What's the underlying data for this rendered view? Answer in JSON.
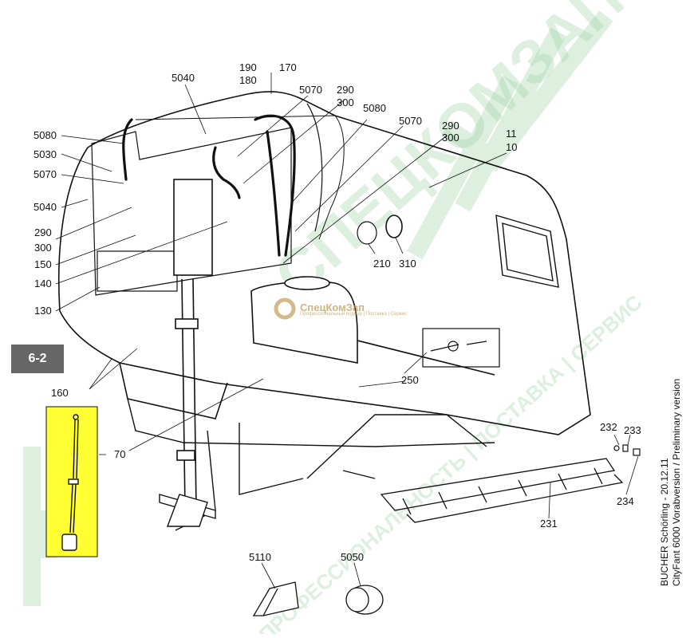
{
  "page_badge": "6-2",
  "side_note": {
    "line1": "BUCHER Schörling - 20.12.11",
    "line2": "CityFant 6000 Vorabversion / Preliminary version"
  },
  "watermark": {
    "logo_text": "СпецКомЗап",
    "tagline": "Профессиональный подбор | Поставка | Сервис",
    "stamp_text_a": "СПЕЦКОМЗАП",
    "stamp_text_b": "ПРОФЕССИОНАЛЬНОСТЬ | ПОСТАВКА | СЕРВИС",
    "color": "#9fd3a6"
  },
  "highlight_color": "#ffff33",
  "callouts": {
    "c190": "190",
    "c170": "170",
    "c180": "180",
    "c5040a": "5040",
    "c5070a": "5070",
    "c290a": "290",
    "c300a": "300",
    "c5080a": "5080",
    "c5070b": "5070",
    "c290b": "290",
    "c300b": "300",
    "c11": "11",
    "c10": "10",
    "c5080b": "5080",
    "c5030": "5030",
    "c5070c": "5070",
    "c5040b": "5040",
    "c290c": "290",
    "c300c": "300",
    "c150": "150",
    "c140": "140",
    "c130": "130",
    "c210": "210",
    "c310": "310",
    "c250": "250",
    "c160": "160",
    "c70": "70",
    "c232": "232",
    "c233": "233",
    "c234": "234",
    "c231": "231",
    "c5110": "5110",
    "c5050": "5050"
  }
}
